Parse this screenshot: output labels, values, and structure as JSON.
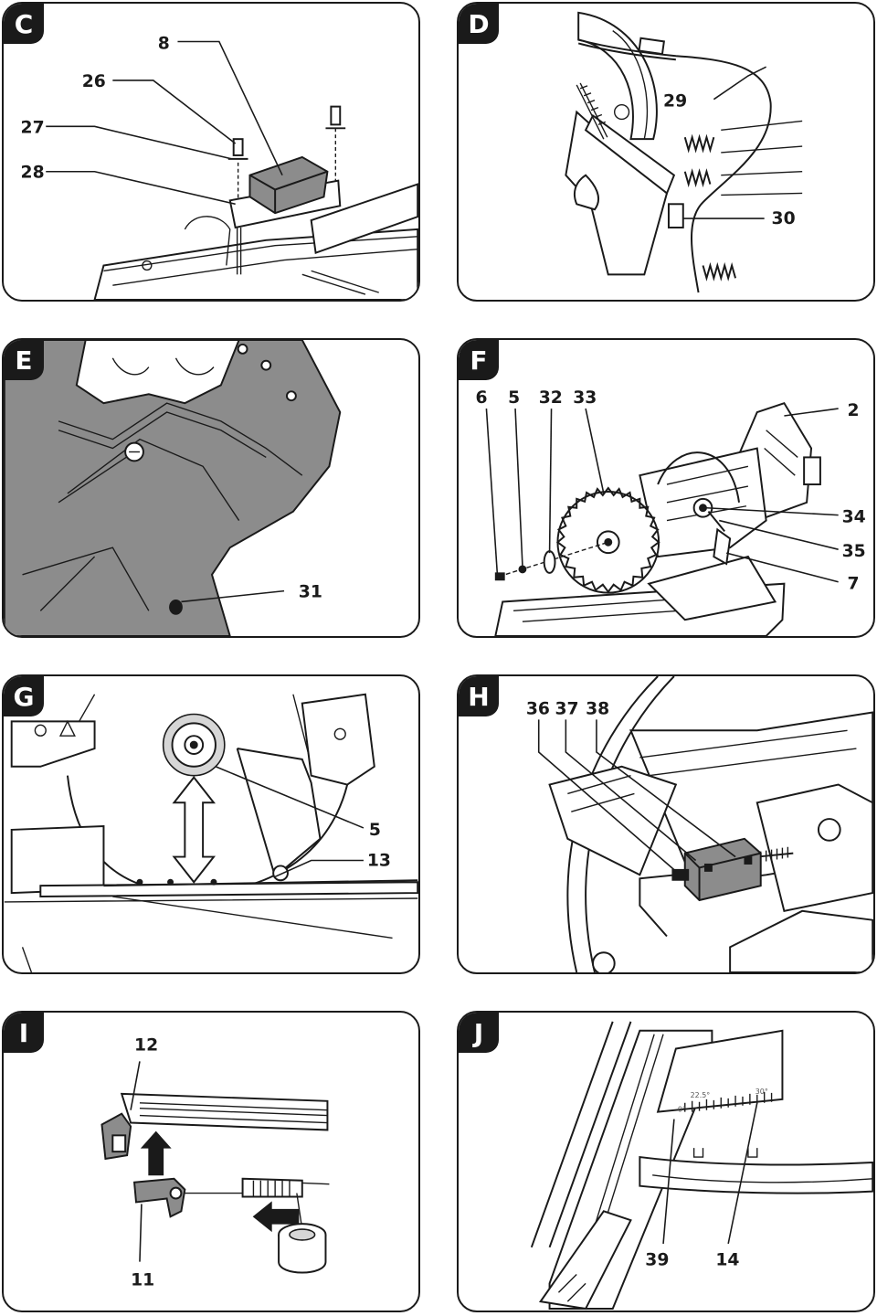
{
  "panels": [
    {
      "letter": "C",
      "labels": [
        "8",
        "26",
        "27",
        "28"
      ]
    },
    {
      "letter": "D",
      "labels": [
        "29",
        "30"
      ]
    },
    {
      "letter": "E",
      "labels": [
        "31"
      ]
    },
    {
      "letter": "F",
      "labels": [
        "6",
        "5",
        "32",
        "33",
        "2",
        "34",
        "35",
        "7"
      ]
    },
    {
      "letter": "G",
      "labels": [
        "5",
        "13"
      ]
    },
    {
      "letter": "H",
      "labels": [
        "36",
        "37",
        "38"
      ]
    },
    {
      "letter": "I",
      "labels": [
        "12",
        "11"
      ]
    },
    {
      "letter": "J",
      "labels": [
        "39",
        "14"
      ],
      "scale_marks": [
        "0°",
        "22.5°",
        "30°"
      ]
    }
  ]
}
